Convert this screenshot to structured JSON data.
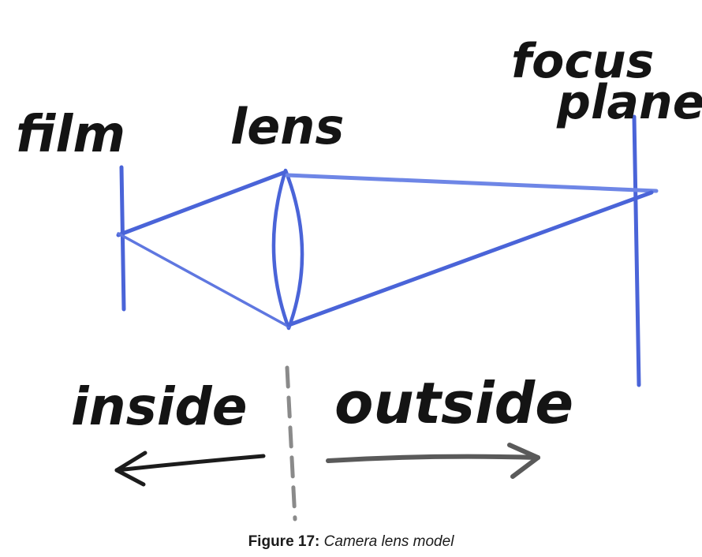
{
  "labels": {
    "film": "film",
    "lens": "lens",
    "focus_plane_line1": "focus",
    "focus_plane_line2": "plane",
    "inside": "inside",
    "outside": "outside"
  },
  "caption": {
    "number": "Figure 17:",
    "text": "Camera lens model"
  },
  "colors": {
    "ray_blue": "#4a64d8",
    "ink": "#141414",
    "divider_gray": "#8a8a8a"
  }
}
